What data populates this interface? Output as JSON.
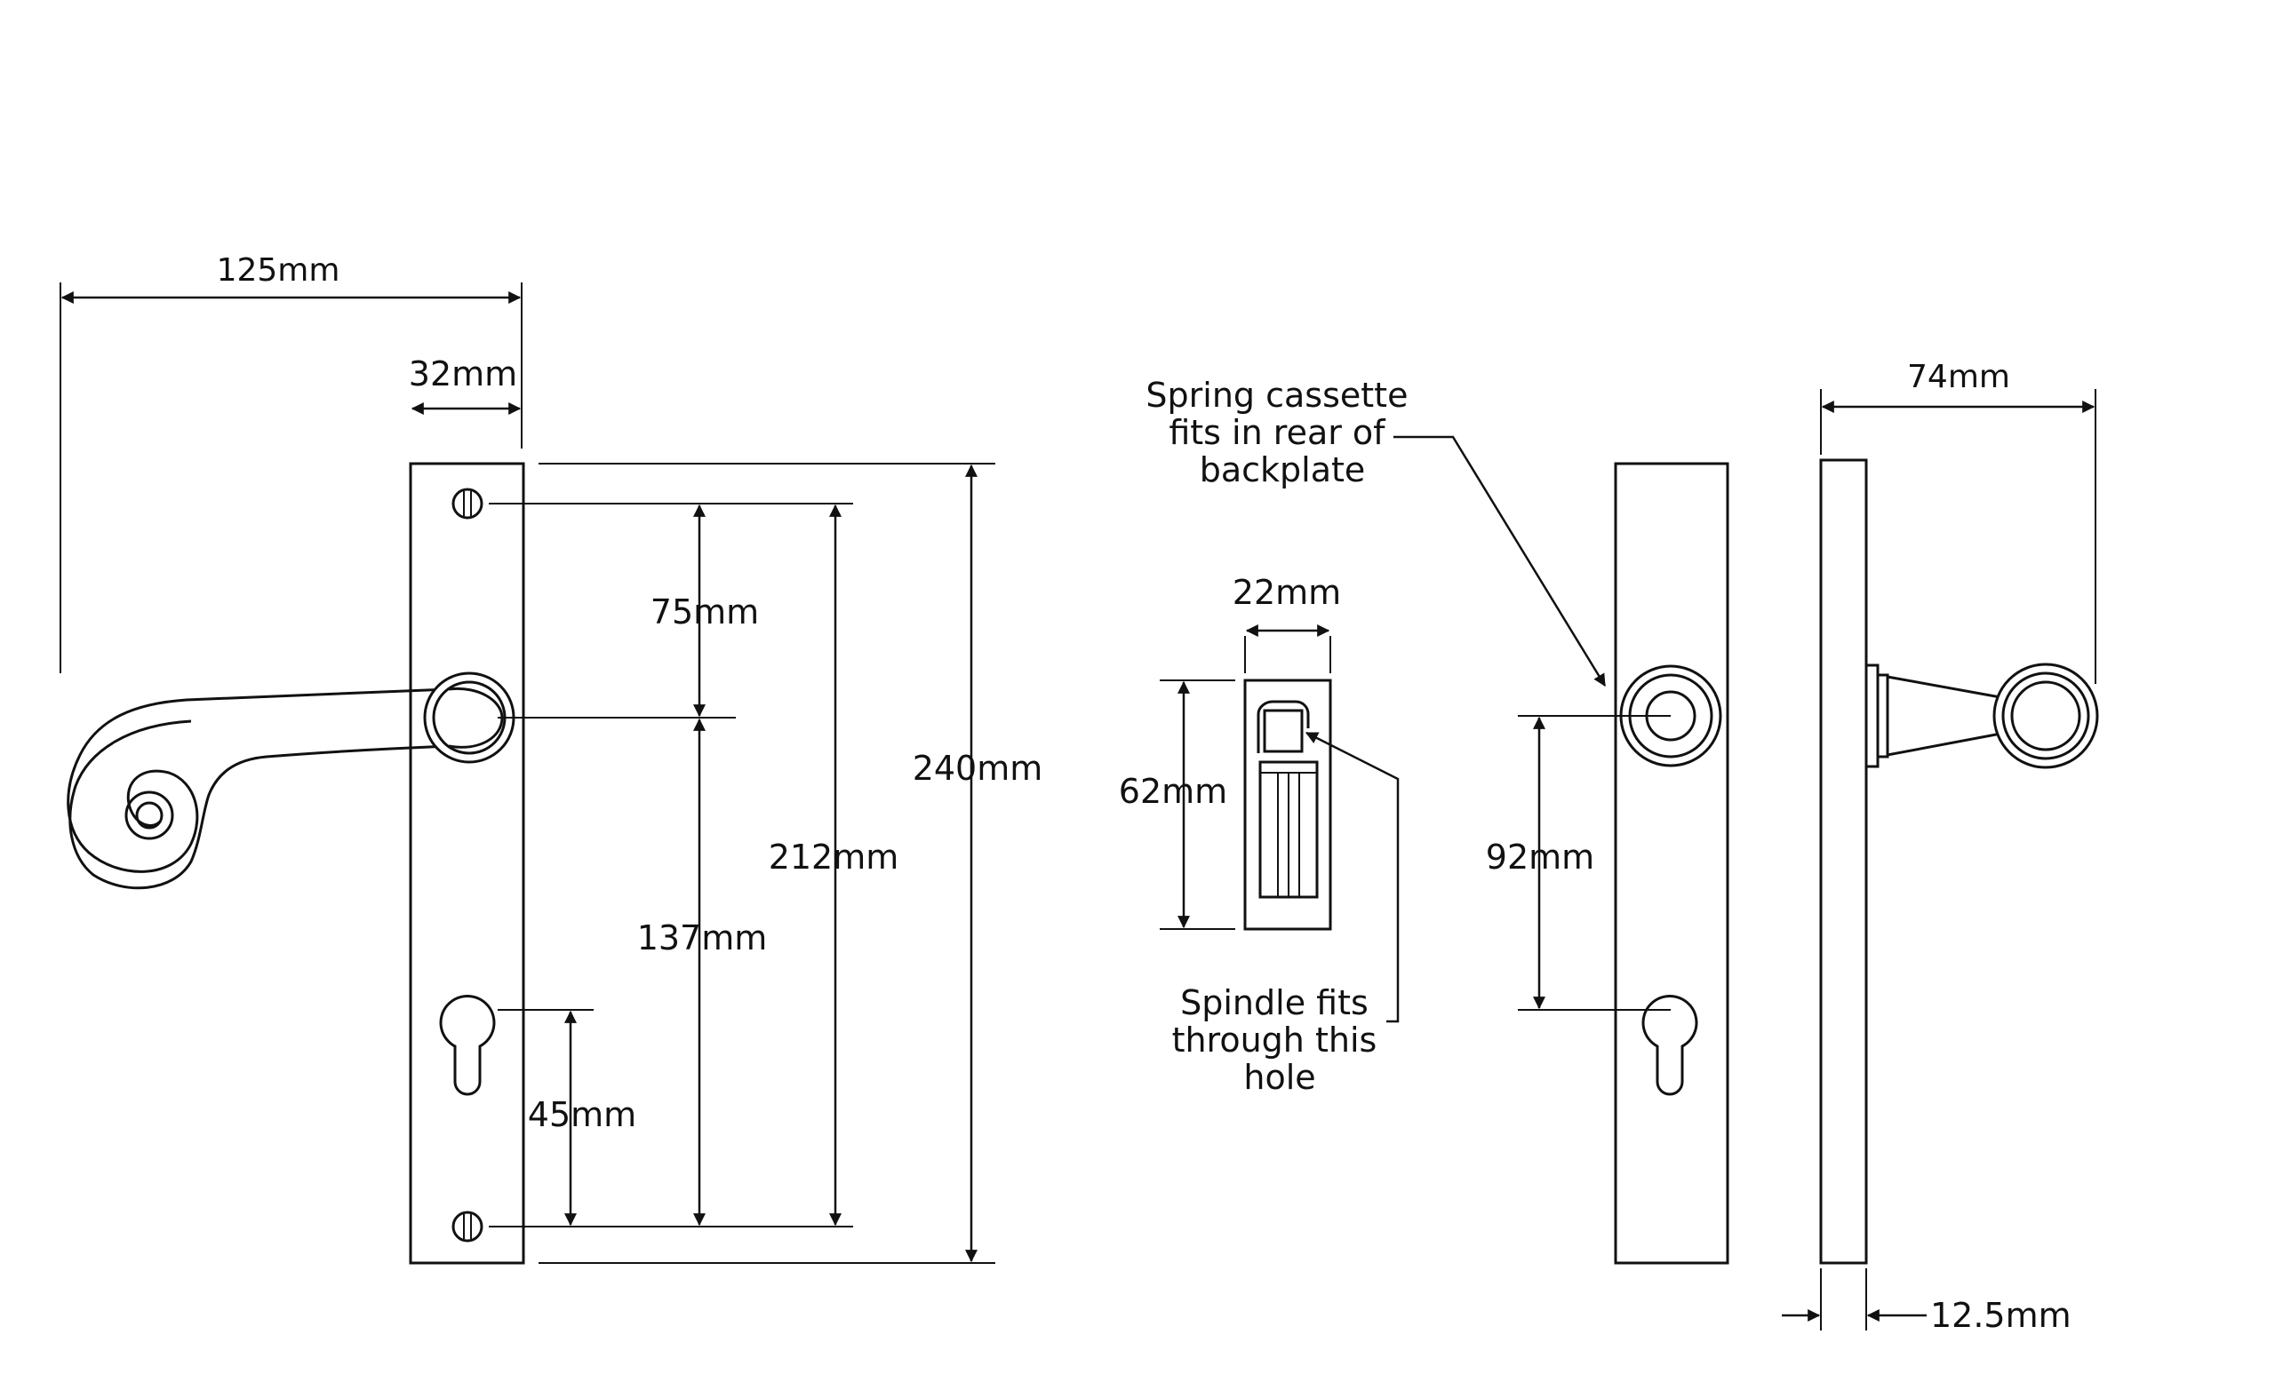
{
  "diagram": {
    "dimensions": {
      "overall_projection": "125mm",
      "plate_width": "32mm",
      "screw_to_spindle": "75mm",
      "screw_to_screw": "212mm",
      "plate_height": "240mm",
      "spindle_to_screw": "137mm",
      "cylinder_to_screw": "45mm",
      "cassette_width": "22mm",
      "cassette_height": "62mm",
      "spindle_to_cylinder": "92mm",
      "side_projection": "74mm",
      "plate_thickness": "12.5mm"
    },
    "notes": {
      "spring_cassette": [
        "Spring cassette",
        "fits in rear of",
        "backplate"
      ],
      "spindle": [
        "Spindle fits",
        "through this",
        "hole"
      ]
    }
  }
}
